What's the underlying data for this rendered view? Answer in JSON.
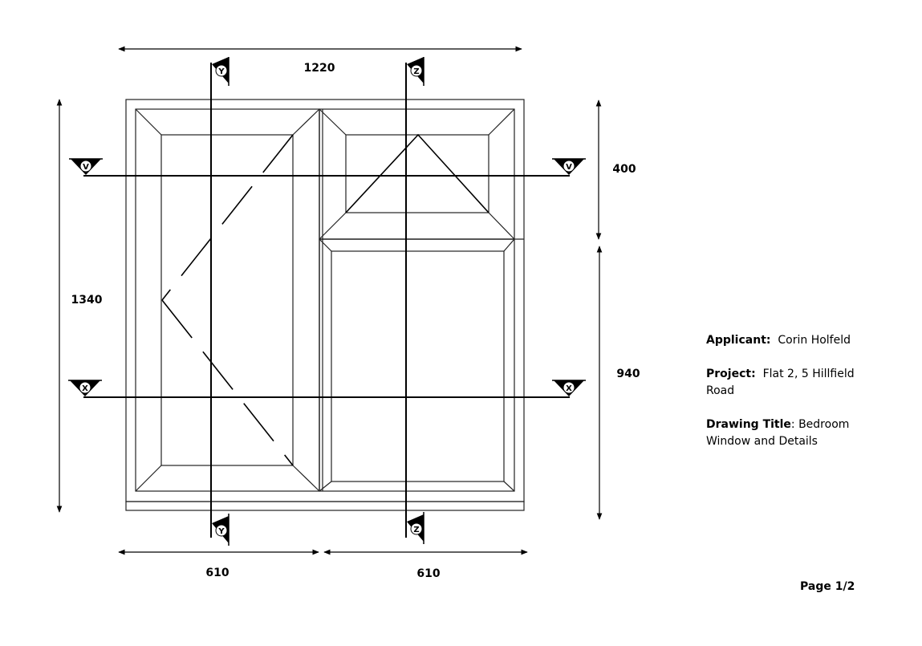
{
  "dimensions": {
    "overall_width": "1220",
    "overall_height": "1340",
    "top_light_height": "400",
    "bottom_light_height": "940",
    "left_width": "610",
    "right_width": "610"
  },
  "sections": {
    "y": "Y",
    "z": "Z",
    "v": "V",
    "x": "X"
  },
  "info": {
    "applicant_label": "Applicant:",
    "applicant_value": "Corin Holfeld",
    "project_label": "Project:",
    "project_value": "Flat 2, 5 Hillfield Road",
    "title_label": "Drawing Title",
    "title_colon": ":",
    "title_value": "Bedroom Window and Details"
  },
  "page": "Page 1/2",
  "colors": {
    "line": "#000000",
    "frame": "#222222",
    "background": "#ffffff"
  }
}
